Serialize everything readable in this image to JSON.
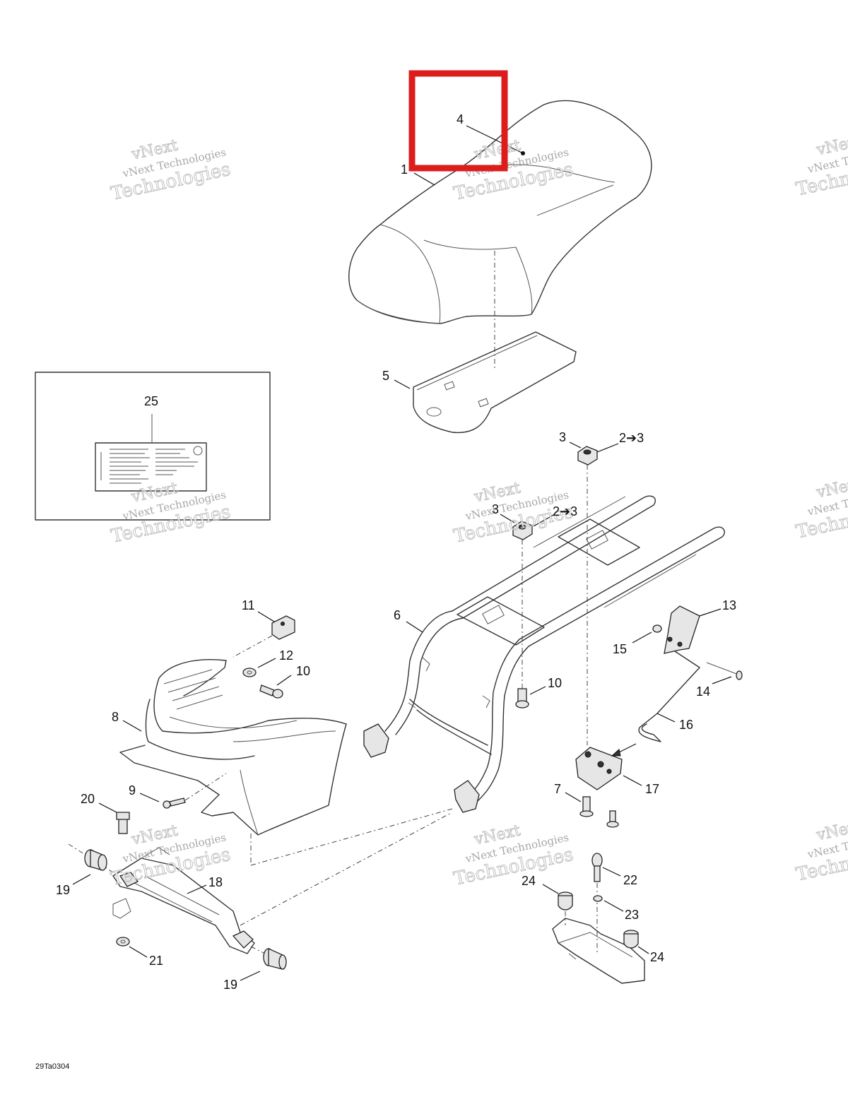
{
  "drawing_code": "29Ta0304",
  "watermark": {
    "line1": "vNext Technologies",
    "line2": "vNext",
    "line3": "Technologies"
  },
  "callouts": [
    {
      "id": "c1",
      "text": "1"
    },
    {
      "id": "c4",
      "text": "4"
    },
    {
      "id": "c5",
      "text": "5"
    },
    {
      "id": "c25",
      "text": "25"
    },
    {
      "id": "c3a",
      "text": "3"
    },
    {
      "id": "c23a",
      "text": "2➔3"
    },
    {
      "id": "c3b",
      "text": "3"
    },
    {
      "id": "c23b",
      "text": "2➔3"
    },
    {
      "id": "c6",
      "text": "6"
    },
    {
      "id": "c11",
      "text": "11"
    },
    {
      "id": "c12",
      "text": "12"
    },
    {
      "id": "c10a",
      "text": "10"
    },
    {
      "id": "c10b",
      "text": "10"
    },
    {
      "id": "c13",
      "text": "13"
    },
    {
      "id": "c15",
      "text": "15"
    },
    {
      "id": "c14",
      "text": "14"
    },
    {
      "id": "c16",
      "text": "16"
    },
    {
      "id": "c8",
      "text": "8"
    },
    {
      "id": "c9",
      "text": "9"
    },
    {
      "id": "c17",
      "text": "17"
    },
    {
      "id": "c7",
      "text": "7"
    },
    {
      "id": "c20",
      "text": "20"
    },
    {
      "id": "c19a",
      "text": "19"
    },
    {
      "id": "c18",
      "text": "18"
    },
    {
      "id": "c22",
      "text": "22"
    },
    {
      "id": "c24a",
      "text": "24"
    },
    {
      "id": "c23",
      "text": "23"
    },
    {
      "id": "c24b",
      "text": "24"
    },
    {
      "id": "c21",
      "text": "21"
    },
    {
      "id": "c19b",
      "text": "19"
    }
  ],
  "colors": {
    "highlight": "#dd1c1c",
    "line": "#333333"
  }
}
